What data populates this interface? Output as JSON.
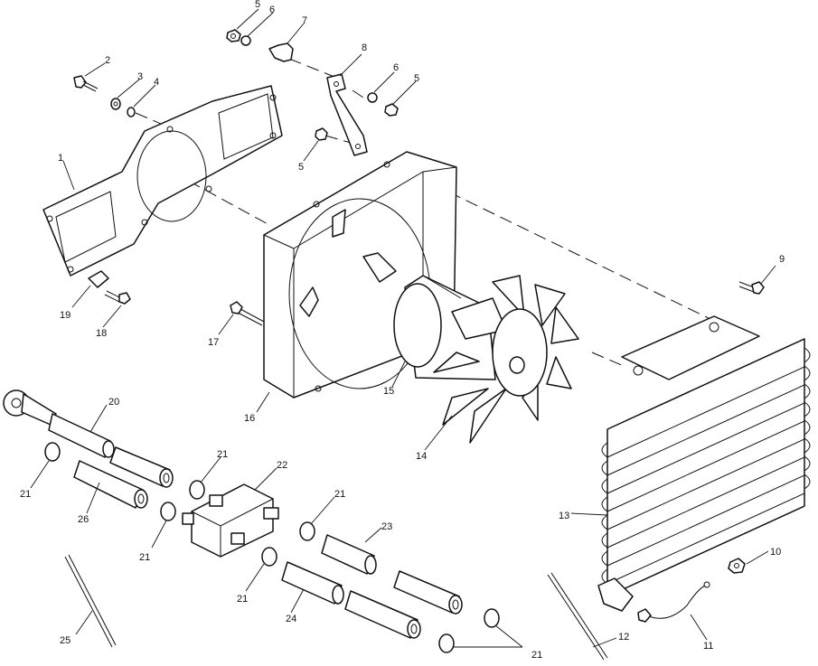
{
  "diagram": {
    "callouts": [
      {
        "id": "c5a",
        "text": "5"
      },
      {
        "id": "c6a",
        "text": "6"
      },
      {
        "id": "c7",
        "text": "7"
      },
      {
        "id": "c2",
        "text": "2"
      },
      {
        "id": "c3",
        "text": "3"
      },
      {
        "id": "c4",
        "text": "4"
      },
      {
        "id": "c8",
        "text": "8"
      },
      {
        "id": "c6b",
        "text": "6"
      },
      {
        "id": "c5b",
        "text": "5"
      },
      {
        "id": "c5c",
        "text": "5"
      },
      {
        "id": "c1",
        "text": "1"
      },
      {
        "id": "c9",
        "text": "9"
      },
      {
        "id": "c19",
        "text": "19"
      },
      {
        "id": "c18",
        "text": "18"
      },
      {
        "id": "c17",
        "text": "17"
      },
      {
        "id": "c15",
        "text": "15"
      },
      {
        "id": "c16",
        "text": "16"
      },
      {
        "id": "c14",
        "text": "14"
      },
      {
        "id": "c20",
        "text": "20"
      },
      {
        "id": "c21a",
        "text": "21"
      },
      {
        "id": "c26",
        "text": "26"
      },
      {
        "id": "c21b",
        "text": "21"
      },
      {
        "id": "c22",
        "text": "22"
      },
      {
        "id": "c21c",
        "text": "21"
      },
      {
        "id": "c21d",
        "text": "21"
      },
      {
        "id": "c23",
        "text": "23"
      },
      {
        "id": "c13",
        "text": "13"
      },
      {
        "id": "c10",
        "text": "10"
      },
      {
        "id": "c21e",
        "text": "21"
      },
      {
        "id": "c24",
        "text": "24"
      },
      {
        "id": "c25",
        "text": "25"
      },
      {
        "id": "c12",
        "text": "12"
      },
      {
        "id": "c11",
        "text": "11"
      },
      {
        "id": "c21f",
        "text": "21"
      }
    ]
  }
}
